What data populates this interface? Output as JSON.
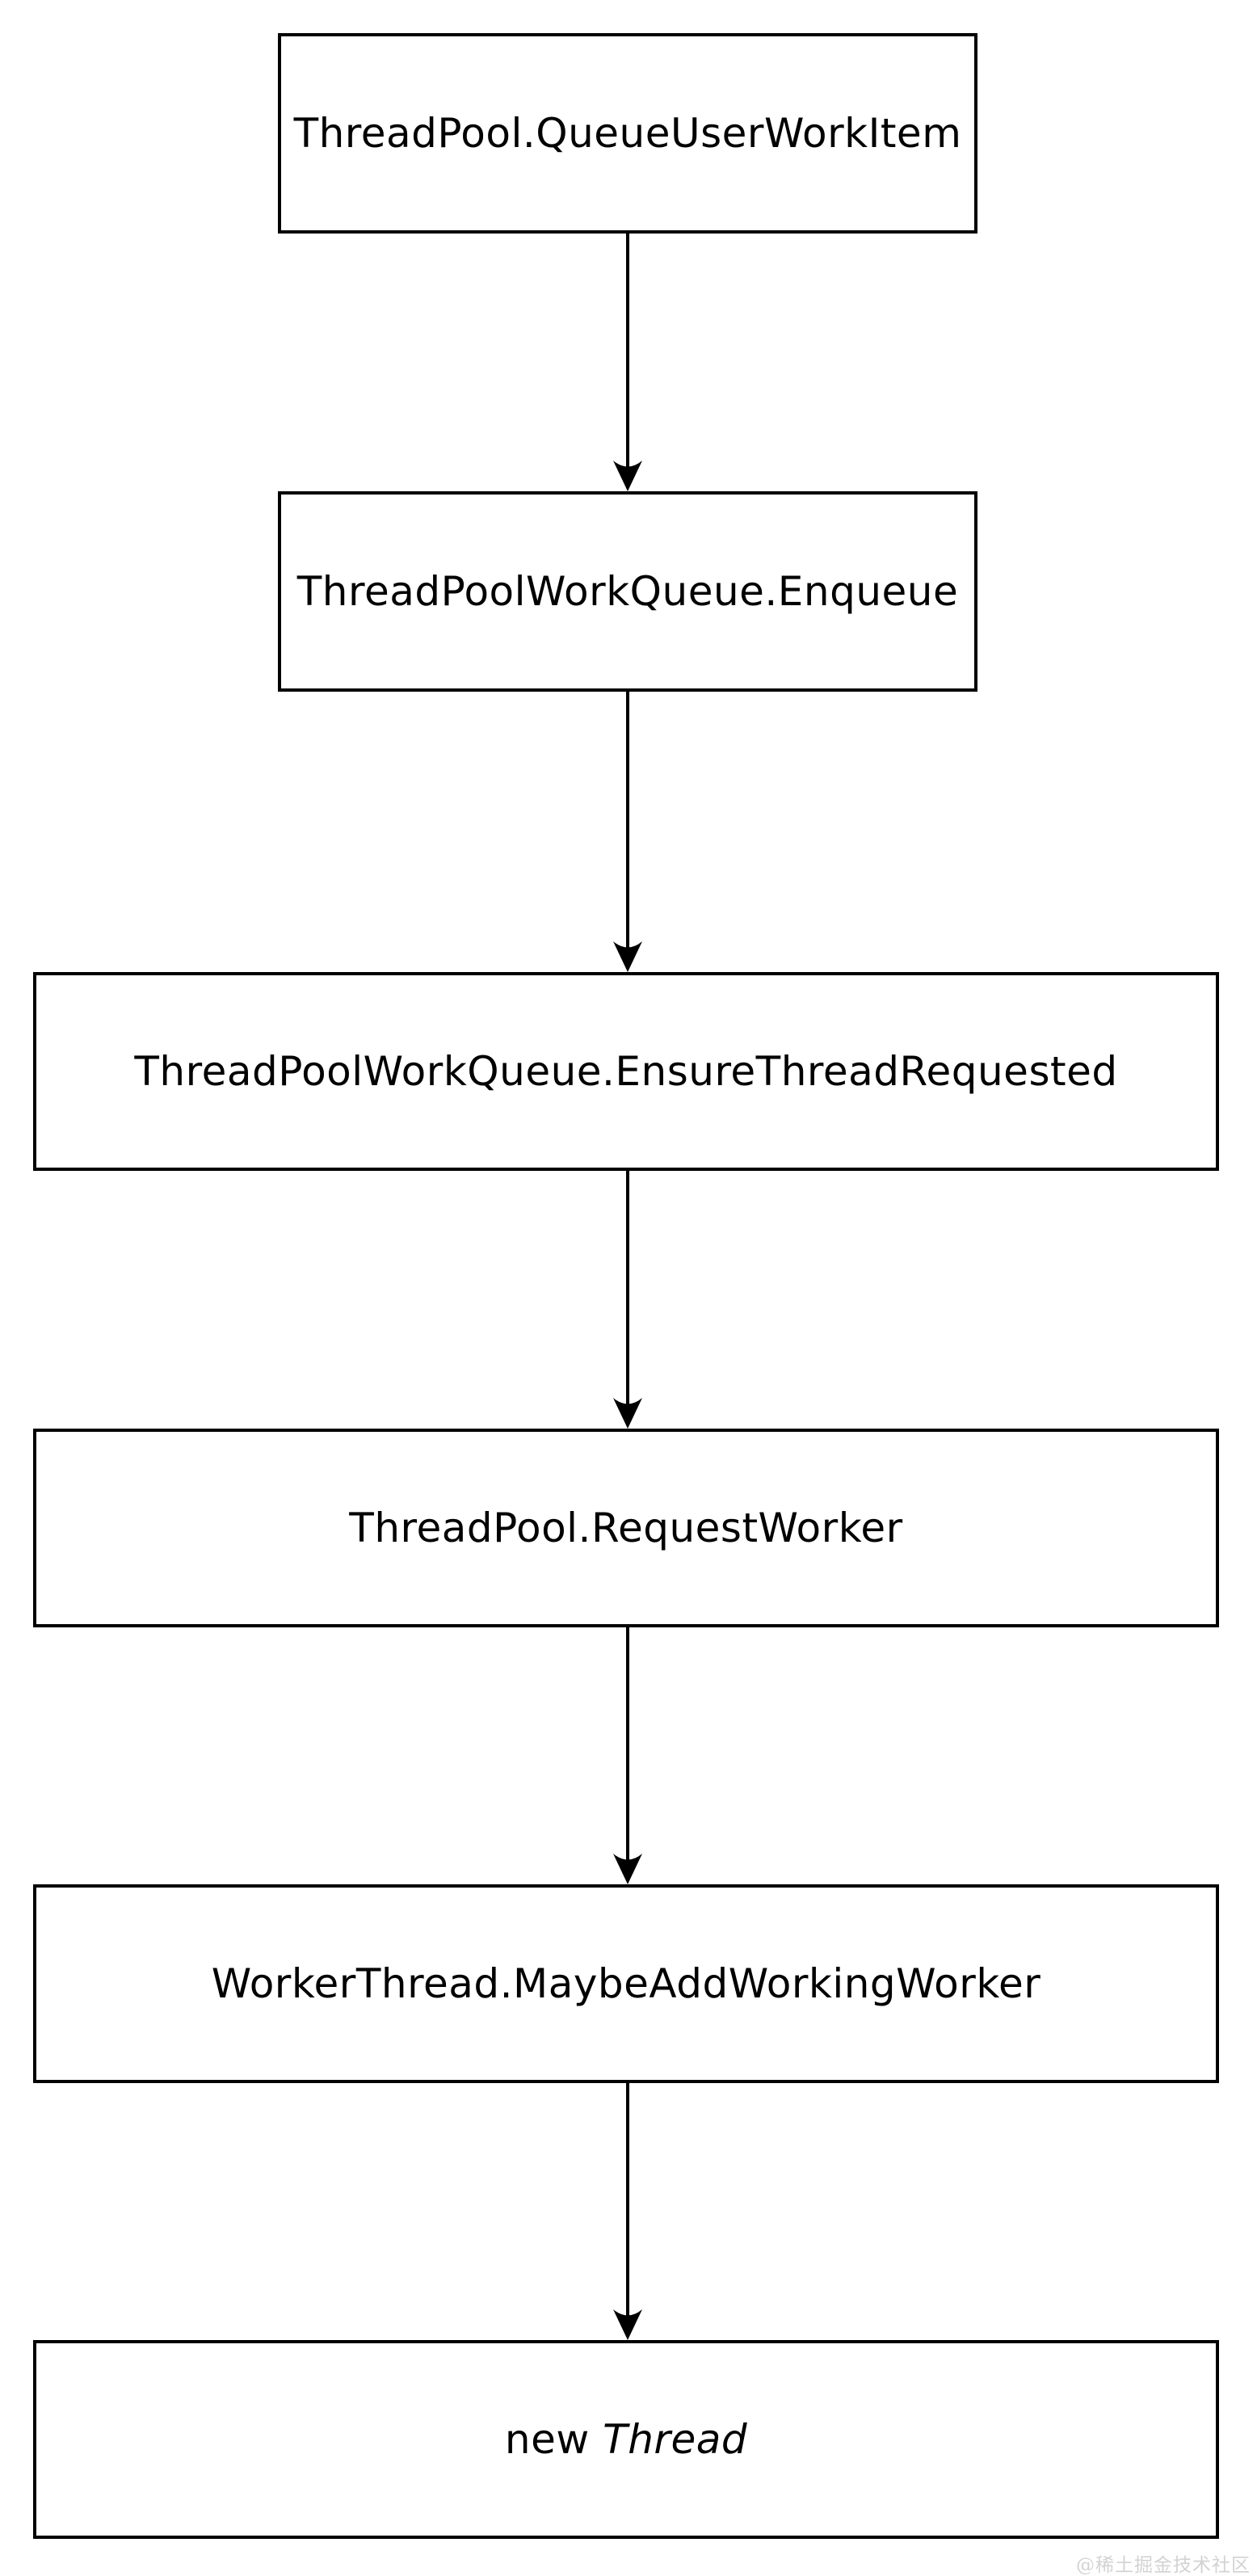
{
  "diagram": {
    "type": "flowchart",
    "direction": "top-down",
    "nodes": [
      {
        "label": "ThreadPool.QueueUserWorkItem"
      },
      {
        "label": "ThreadPoolWorkQueue.Enqueue"
      },
      {
        "label": "ThreadPoolWorkQueue.EnsureThreadRequested"
      },
      {
        "label": "ThreadPool.RequestWorker"
      },
      {
        "label": "WorkerThread.MaybeAddWorkingWorker"
      },
      {
        "label_prefix": "new ",
        "label_italic": "Thread"
      }
    ],
    "edges": [
      {
        "from": 0,
        "to": 1
      },
      {
        "from": 1,
        "to": 2
      },
      {
        "from": 2,
        "to": 3
      },
      {
        "from": 3,
        "to": 4
      },
      {
        "from": 4,
        "to": 5
      }
    ],
    "colors": {
      "node_border": "#000000",
      "node_fill": "#ffffff",
      "arrow": "#000000",
      "page_background": "#ffffff",
      "watermark_text": "#d2d2d2"
    }
  },
  "watermark": {
    "text": "@稀土掘金技术社区"
  }
}
